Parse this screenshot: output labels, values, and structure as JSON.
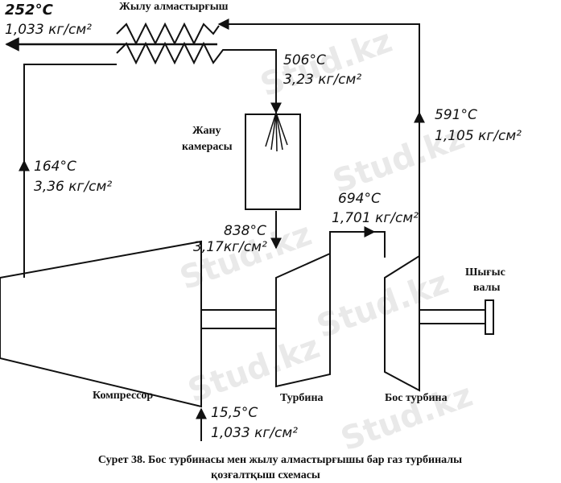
{
  "labels": {
    "heat_exchanger": "Жылу алмастырғыш",
    "combustion_chamber_line1": "Жану",
    "combustion_chamber_line2": "камерасы",
    "compressor": "Компрессор",
    "turbine": "Турбина",
    "free_turbine": "Бос турбина",
    "output_shaft_line1": "Шығыс",
    "output_shaft_line2": "валы"
  },
  "states": {
    "exhaust": {
      "temperature": "252°C",
      "pressure": "1,033 кг/см²"
    },
    "exchanger_out": {
      "temperature": "506°C",
      "pressure": "3,23 кг/см²"
    },
    "compressor_out": {
      "temperature": "164°C",
      "pressure": "3,36 кг/см²"
    },
    "turbine_in": {
      "temperature": "838°C",
      "pressure": "3,17кг/см²"
    },
    "free_turbine_in": {
      "temperature": "694°C",
      "pressure": "1,701 кг/см²"
    },
    "free_turbine_out": {
      "temperature": "591°C",
      "pressure": "1,105 кг/см²"
    },
    "inlet": {
      "temperature": "15,5°C",
      "pressure": "1,033 кг/см²"
    }
  },
  "watermark": "Stud.kz",
  "caption": {
    "line1": "Сурет 38. Бос турбинасы мен жылу алмастырғышы бар газ турбиналы",
    "line2": "қозғалтқыш схемасы"
  }
}
